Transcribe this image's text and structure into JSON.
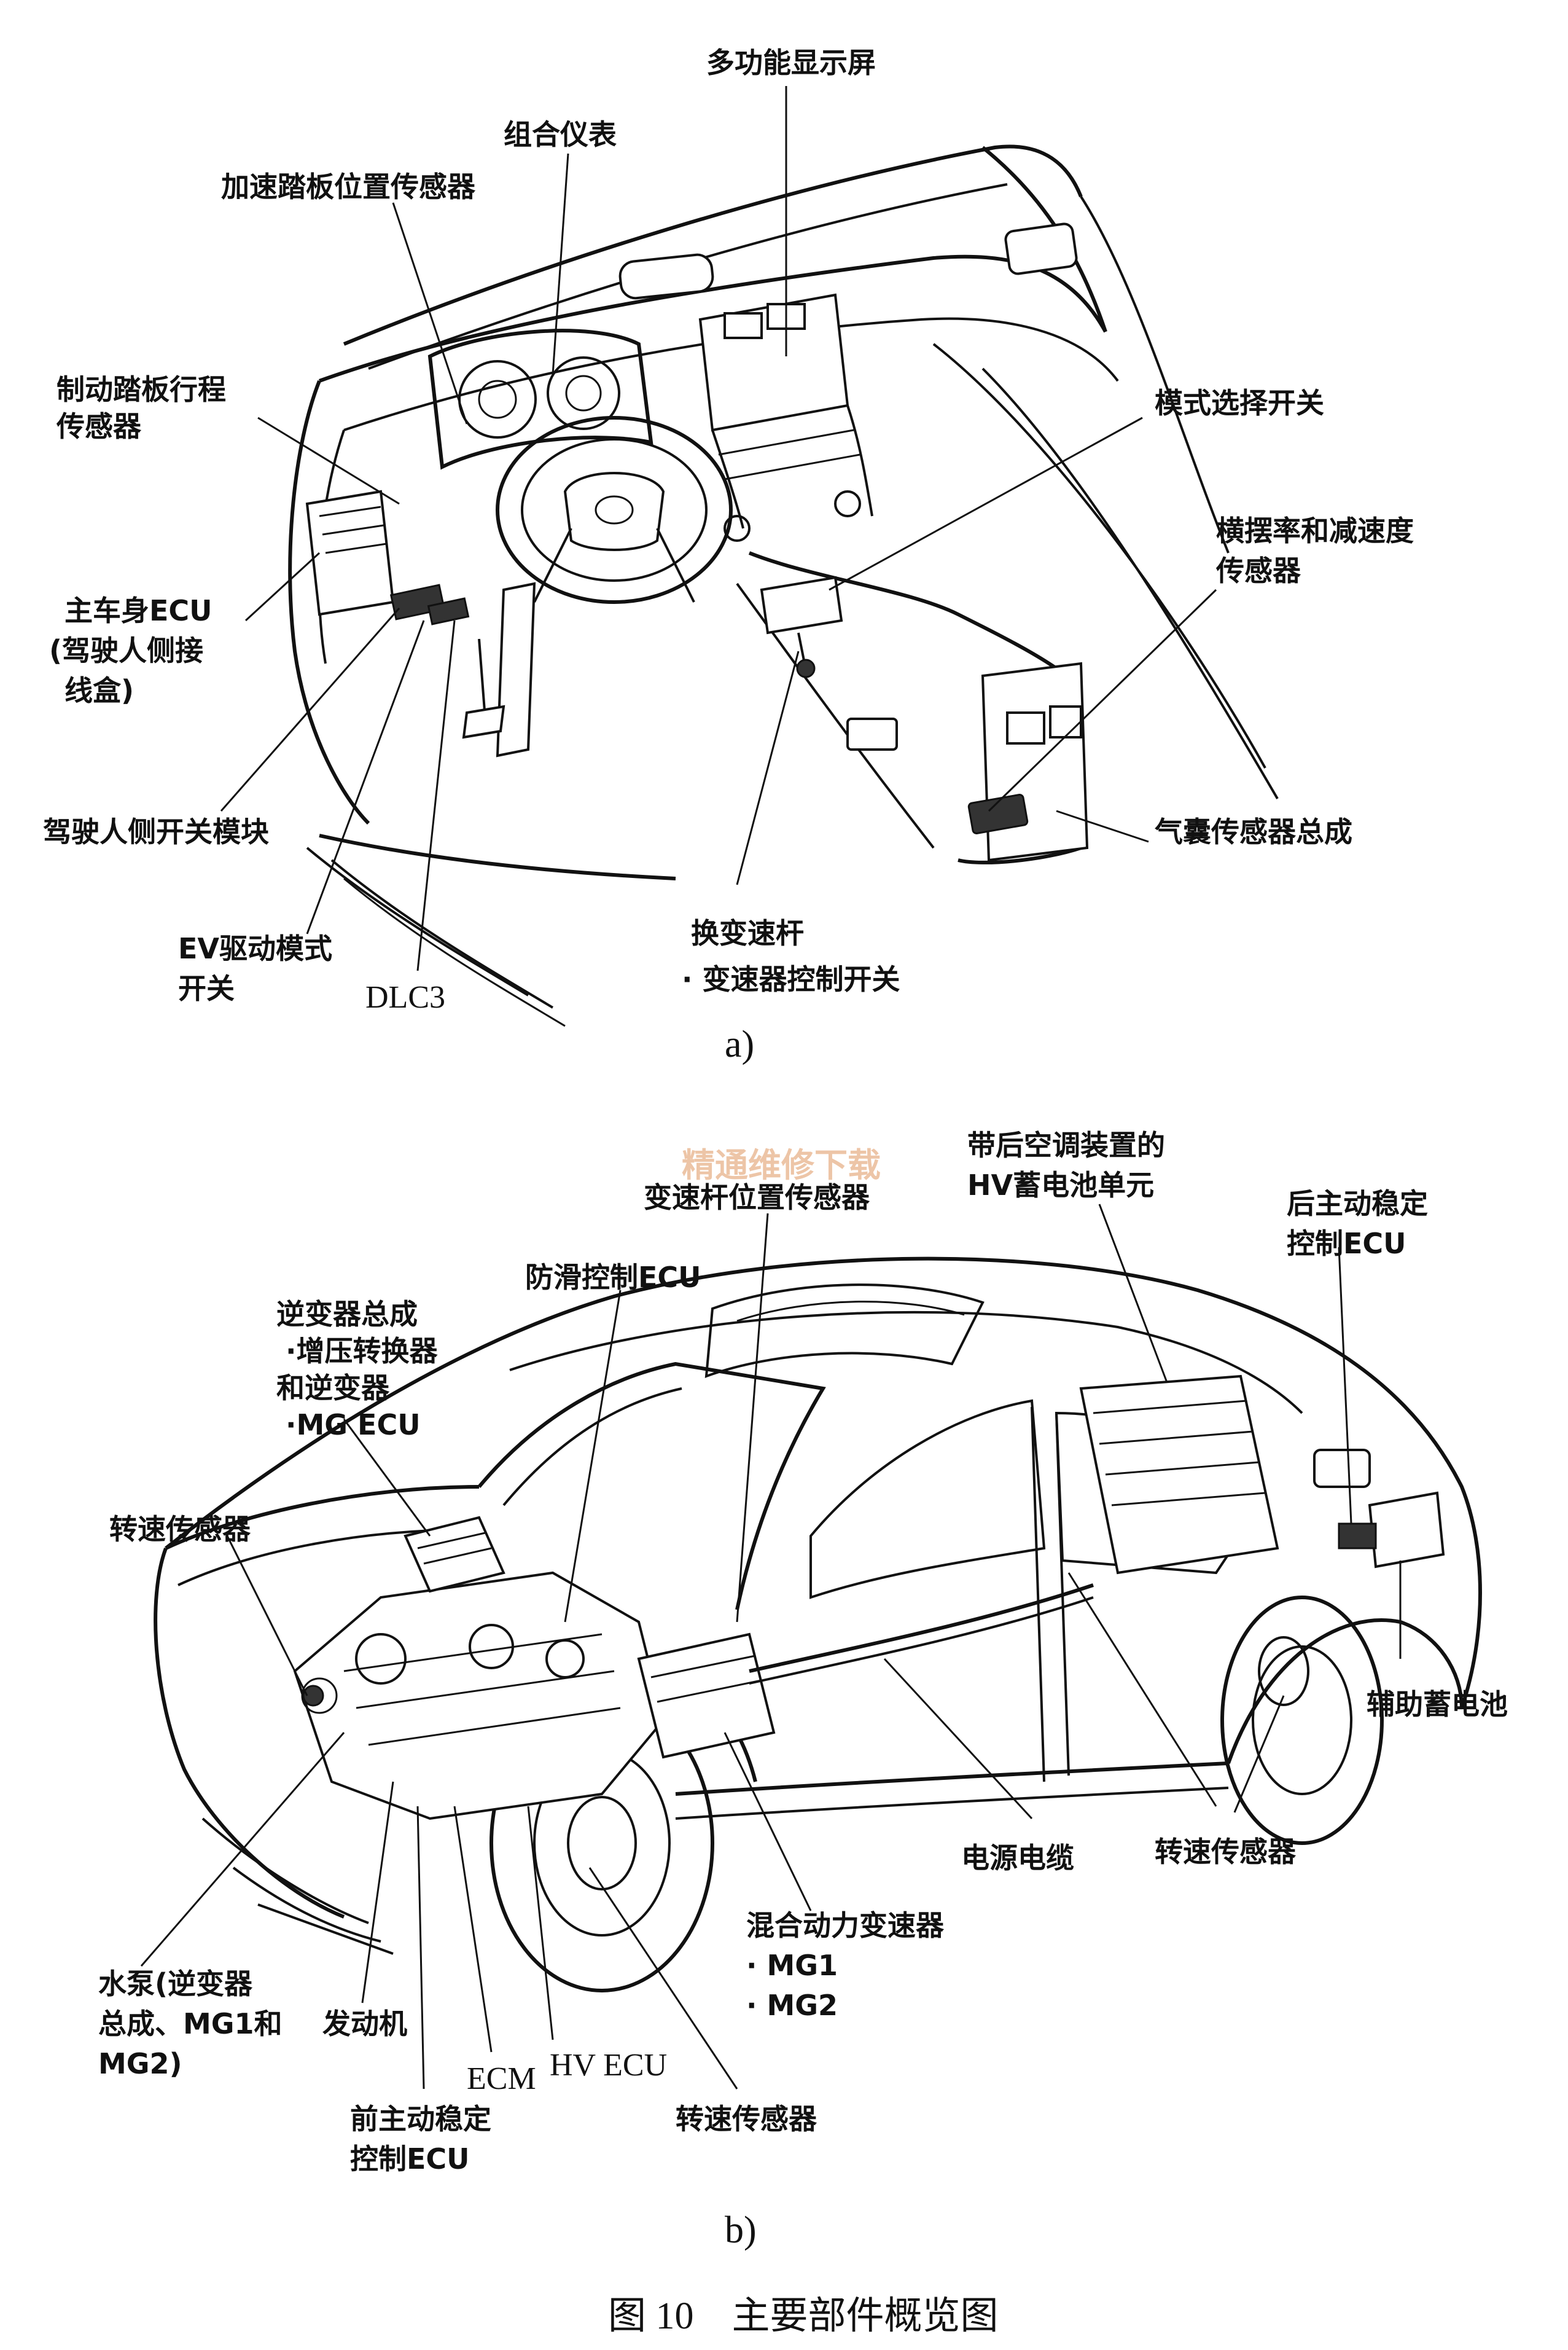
{
  "diagram_a": {
    "labels": {
      "display": "多功能显示屏",
      "cluster": "组合仪表",
      "accel_sensor": "加速踏板位置传感器",
      "brake_sensor_1": "制动踏板行程",
      "brake_sensor_2": "传感器",
      "mode_switch": "模式选择开关",
      "yaw_sensor_1": "横摆率和减速度",
      "yaw_sensor_2": "传感器",
      "main_ecu_1": "主车身ECU",
      "main_ecu_2": "(驾驶人侧接",
      "main_ecu_3": "线盒)",
      "driver_switch": "驾驶人侧开关模块",
      "airbag": "气囊传感器总成",
      "ev_switch_1": "EV驱动模式",
      "ev_switch_2": "开关",
      "dlc3": "DLC3",
      "shift_lever": "换变速杆",
      "trans_switch": "· 变速器控制开关"
    },
    "caption": "a)"
  },
  "diagram_b": {
    "watermark": "精通维修下载",
    "labels": {
      "shift_pos_sensor": "变速杆位置传感器",
      "hv_battery_1": "带后空调装置的",
      "hv_battery_2": "HV蓄电池单元",
      "rear_stab_1": "后主动稳定",
      "rear_stab_2": "控制ECU",
      "skid_ecu": "防滑控制ECU",
      "inverter_1": "逆变器总成",
      "inverter_2": "·增压转换器",
      "inverter_3": "和逆变器",
      "inverter_4": "·MG ECU",
      "speed_sensor_fl": "转速传感器",
      "aux_battery": "辅助蓄电池",
      "power_cable": "电源电缆",
      "speed_sensor_rear": "转速传感器",
      "hybrid_trans": "混合动力变速器",
      "mg1": "· MG1",
      "mg2": "· MG2",
      "water_pump_1": "水泵(逆变器",
      "water_pump_2": "总成、MG1和",
      "water_pump_3": "MG2)",
      "engine": "发动机",
      "ecm": "ECM",
      "hv_ecu": "HV ECU",
      "front_stab_1": "前主动稳定",
      "front_stab_2": "控制ECU",
      "speed_sensor_fr": "转速传感器"
    },
    "caption": "b)"
  },
  "figure_caption": "图 10　主要部件概览图"
}
